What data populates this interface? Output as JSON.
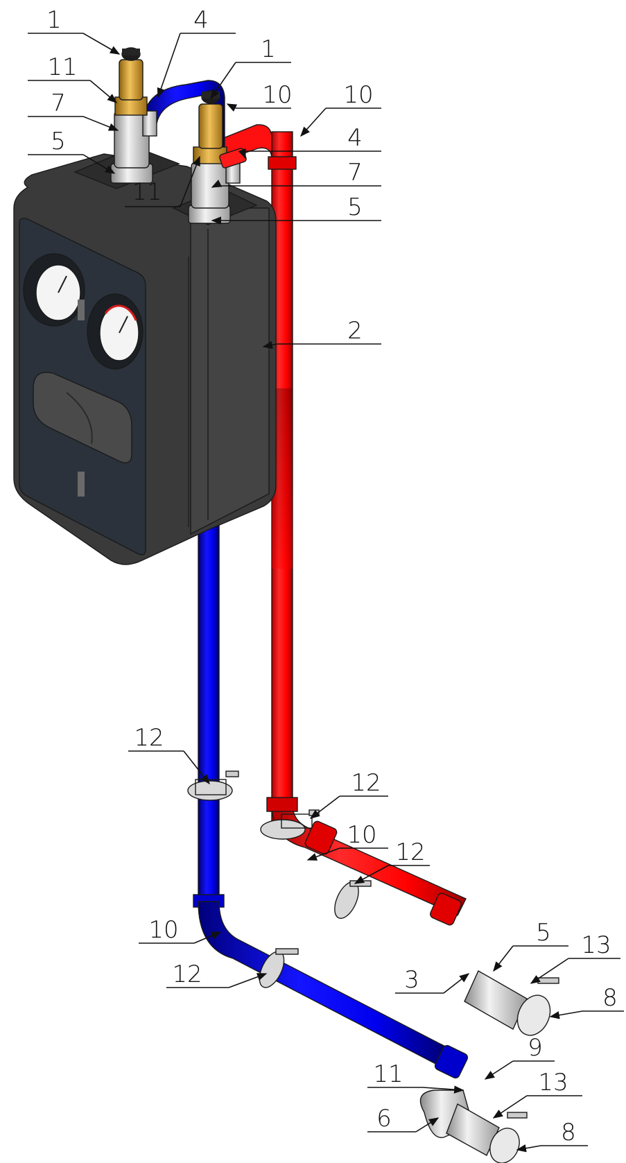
{
  "colors": {
    "supply": "#ff0000",
    "return": "#0000ee",
    "housing": "#3c3c3c",
    "front_panel": "#2b323b",
    "brass": "#d9a236",
    "steel": "#cfcfcf"
  },
  "callouts": [
    {
      "id": "c1a",
      "label": "1"
    },
    {
      "id": "c4a",
      "label": "4"
    },
    {
      "id": "c1b",
      "label": "1"
    },
    {
      "id": "c11a",
      "label": "11"
    },
    {
      "id": "c10a",
      "label": "10"
    },
    {
      "id": "c10b",
      "label": "10"
    },
    {
      "id": "c7a",
      "label": "7"
    },
    {
      "id": "c4b",
      "label": "4"
    },
    {
      "id": "c5a",
      "label": "5"
    },
    {
      "id": "c7b",
      "label": "7"
    },
    {
      "id": "c11b",
      "label": "11"
    },
    {
      "id": "c5b",
      "label": "5"
    },
    {
      "id": "c2",
      "label": "2"
    },
    {
      "id": "c12a",
      "label": "12"
    },
    {
      "id": "c12b",
      "label": "12"
    },
    {
      "id": "c10c",
      "label": "10"
    },
    {
      "id": "c12c",
      "label": "12"
    },
    {
      "id": "c10d",
      "label": "10"
    },
    {
      "id": "c5c",
      "label": "5"
    },
    {
      "id": "c13a",
      "label": "13"
    },
    {
      "id": "c12d",
      "label": "12"
    },
    {
      "id": "c3",
      "label": "3"
    },
    {
      "id": "c8a",
      "label": "8"
    },
    {
      "id": "c9",
      "label": "9"
    },
    {
      "id": "c11c",
      "label": "11"
    },
    {
      "id": "c13b",
      "label": "13"
    },
    {
      "id": "c6",
      "label": "6"
    },
    {
      "id": "c8b",
      "label": "8"
    }
  ]
}
